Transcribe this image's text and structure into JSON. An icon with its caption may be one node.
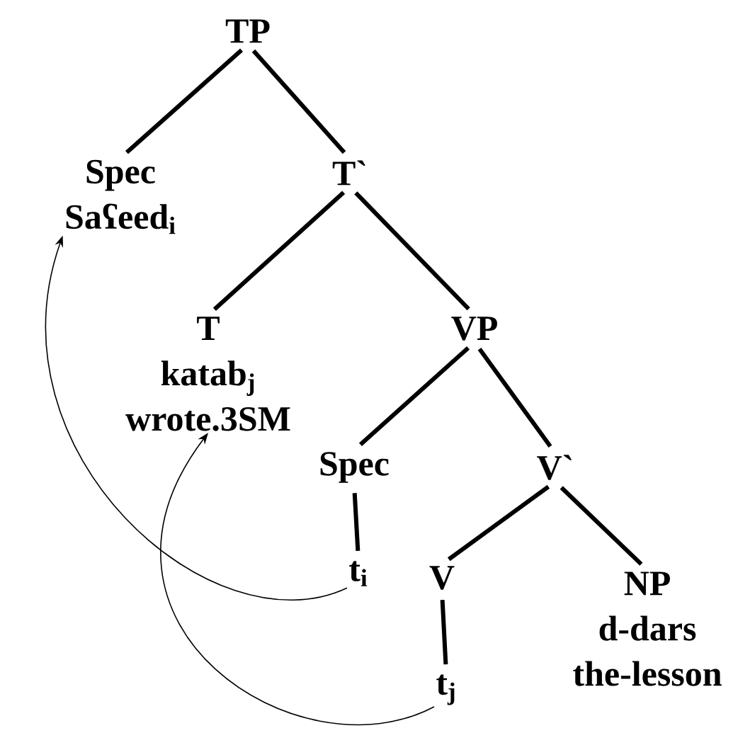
{
  "diagram": {
    "nodes": [
      {
        "text": [
          "TP"
        ]
      },
      {
        "text": [
          "Spec",
          "Saʕeed$_{i}$"
        ]
      },
      {
        "text": [
          "T`"
        ]
      },
      {
        "text": [
          "T",
          "katab$_{j}$",
          "wrote.3SM"
        ]
      },
      {
        "text": [
          "VP"
        ]
      },
      {
        "text": [
          "Spec"
        ]
      },
      {
        "text": [
          "V`"
        ]
      },
      {
        "text": [
          "t$_{i}$"
        ]
      },
      {
        "text": [
          "V"
        ]
      },
      {
        "text": [
          "NP",
          "d-dars",
          "the-lesson"
        ]
      },
      {
        "text": [
          "t$_{j}$"
        ]
      }
    ],
    "edges": [
      {
        "from": 0,
        "to": 1,
        "arrow": "none"
      },
      {
        "from": 0,
        "to": 2,
        "arrow": "none"
      },
      {
        "from": 2,
        "to": 3,
        "arrow": "none"
      },
      {
        "from": 2,
        "to": 4,
        "arrow": "none"
      },
      {
        "from": 4,
        "to": 5,
        "arrow": "none"
      },
      {
        "from": 4,
        "to": 6,
        "arrow": "none"
      },
      {
        "from": 5,
        "to": 7,
        "arrow": "none"
      },
      {
        "from": 6,
        "to": 8,
        "arrow": "none"
      },
      {
        "from": 6,
        "to": 9,
        "arrow": "none"
      },
      {
        "from": 8,
        "to": 10,
        "arrow": "none"
      },
      {
        "from": 7,
        "to": 1,
        "arrow": "to"
      },
      {
        "from": 10,
        "to": 3,
        "arrow": "to"
      }
    ]
  }
}
